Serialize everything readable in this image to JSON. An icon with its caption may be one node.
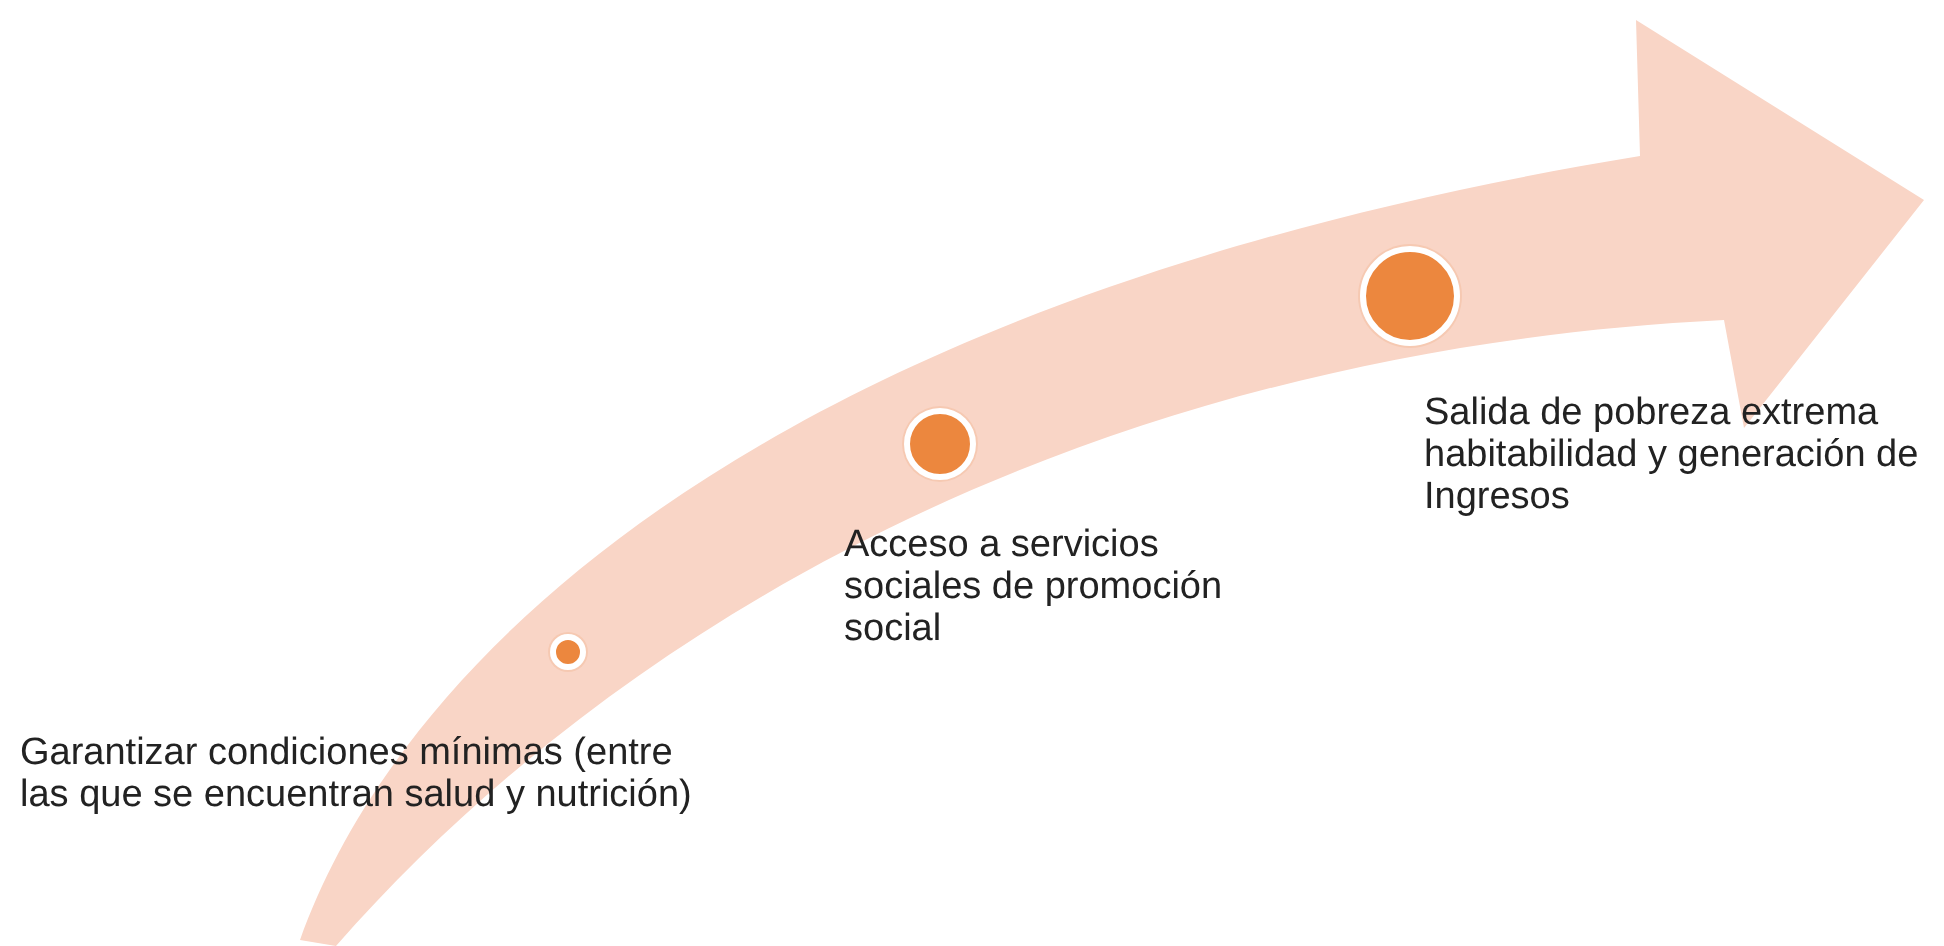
{
  "diagram": {
    "nodes": [
      {
        "text": [],
        "shape": "circle",
        "beside": [
          "Garantizar condiciones mínimas (entre las que se encuentran salud y nutrición)"
        ]
      },
      {
        "text": [],
        "shape": "circle",
        "beside": [
          "Acceso a servicios sociales de promoción social"
        ]
      },
      {
        "text": [],
        "shape": "circle",
        "beside": [
          "Salida de pobreza extrema habitabilidad y generación de Ingresos"
        ]
      }
    ]
  }
}
